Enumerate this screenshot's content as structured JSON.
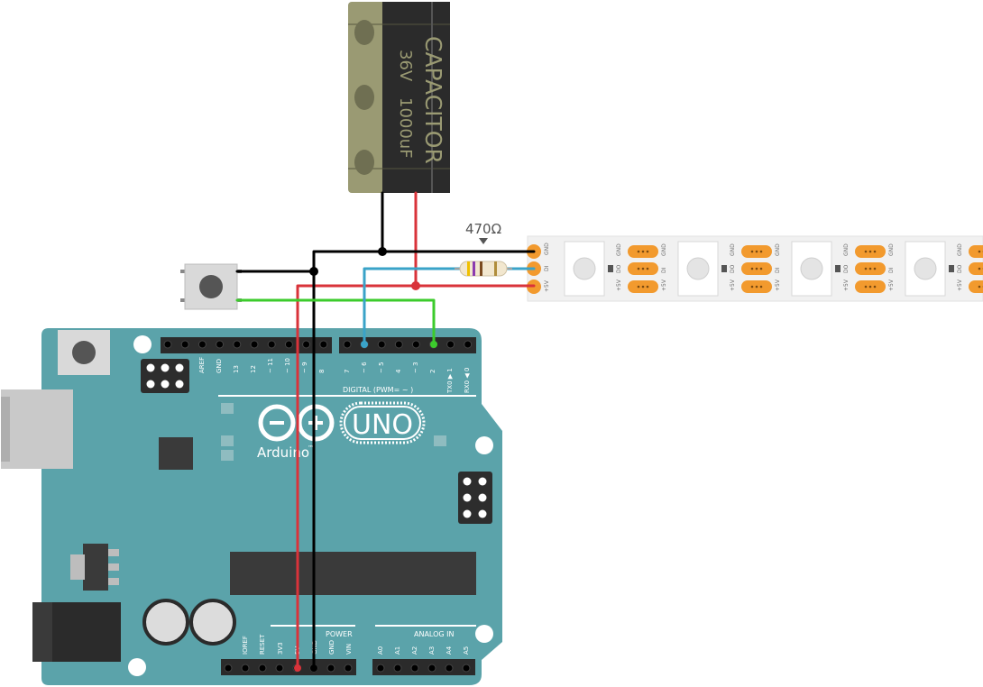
{
  "capacitor": {
    "label": "CAPACITOR",
    "voltage": "36V",
    "capacitance": "1000uF"
  },
  "resistor": {
    "value_label": "470Ω"
  },
  "board": {
    "logo_text": "UNO",
    "brand": "Arduino",
    "trademark": "™",
    "digital_header_label": "DIGITAL (PWM=  ~  )",
    "power_label": "POWER",
    "analog_label": "ANALOG IN",
    "digital_pins_left": [
      "AREF",
      "GND",
      "13",
      "12",
      "~ 11",
      "~ 10",
      "~ 9",
      "8"
    ],
    "digital_pins_right": [
      "7",
      "~ 6",
      "~ 5",
      "4",
      "~ 3",
      "2",
      "TX0 ▶ 1",
      "RX0 ◀ 0"
    ],
    "power_pins": [
      "IOREF",
      "RESET",
      "3V3",
      "5V",
      "GND",
      "GND",
      "VIN"
    ],
    "analog_pins": [
      "A0",
      "A1",
      "A2",
      "A3",
      "A4",
      "A5"
    ]
  },
  "led_strip": {
    "input_labels": [
      "GND",
      "DI",
      "+5V"
    ],
    "segment_out_labels": [
      "GND",
      "DO",
      "+5V"
    ],
    "segment_in_labels": [
      "GND",
      "DI",
      "+5V"
    ]
  },
  "colors": {
    "board": "#5ba3aa",
    "wire_ground": "#000000",
    "wire_power": "#d9333a",
    "wire_data": "#3aa3c8",
    "wire_button": "#3ccb2c",
    "strip_pad": "#f29a2e"
  }
}
